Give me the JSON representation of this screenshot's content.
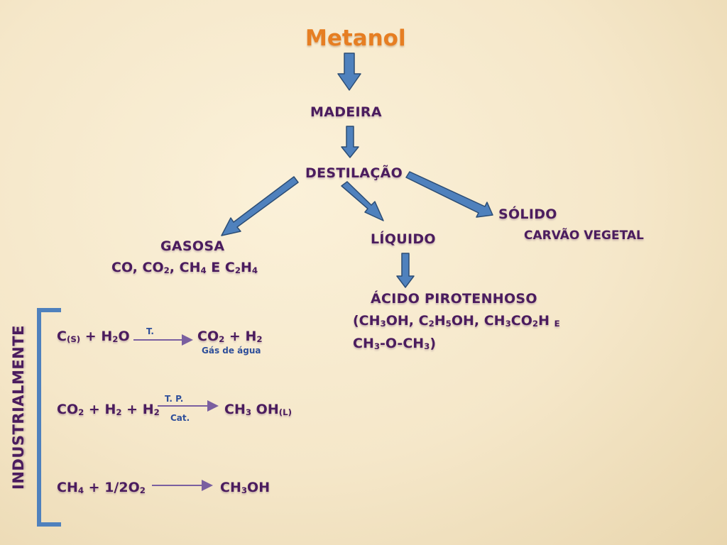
{
  "title": "Metanol",
  "nodes": {
    "madeira": "MADEIRA",
    "destilacao": "DESTILAÇÃO",
    "gasosa": "GASOSA",
    "gasosa_formula": [
      "CO, CO",
      "2",
      ", CH",
      "4",
      " E C",
      "2",
      "H",
      "4"
    ],
    "liquido": "LÍQUIDO",
    "solido": "SÓLIDO",
    "carvao": "CARVÃO VEGETAL",
    "acido": "ÁCIDO PIROTENHOSO",
    "acido_formula_1": [
      "(CH",
      "3",
      "OH, C",
      "2",
      "H",
      "5",
      "OH, CH",
      "3",
      "CO",
      "2",
      "H ",
      "E"
    ],
    "acido_formula_2": [
      "CH",
      "3",
      "-O-CH",
      "3",
      ")"
    ]
  },
  "industrial": {
    "label": "INDUSTRIALMENTE",
    "reactions": [
      {
        "reactants": [
          "C",
          "(S)",
          " + H",
          "2",
          "O"
        ],
        "products": [
          "CO",
          "2",
          " + H",
          "2"
        ],
        "condition_top": "T.",
        "condition_bottom": "Gás de água"
      },
      {
        "reactants": [
          "CO",
          "2",
          " + H",
          "2",
          " + H",
          "2"
        ],
        "products": [
          "CH",
          "3",
          " OH",
          "(L)"
        ],
        "condition_top": "T. P.",
        "condition_bottom": "Cat."
      },
      {
        "reactants": [
          "CH",
          "4",
          " + 1/2O",
          "2"
        ],
        "products": [
          "CH",
          "3",
          "OH"
        ],
        "condition_top": "",
        "condition_bottom": ""
      }
    ]
  },
  "colors": {
    "text": "#4b1c5e",
    "title": "#e67e22",
    "arrow_fill": "#4f81bd",
    "arrow_stroke": "#2c4d75",
    "reaction_arrow": "#7a5fa0",
    "condition": "#2f4f9a"
  }
}
